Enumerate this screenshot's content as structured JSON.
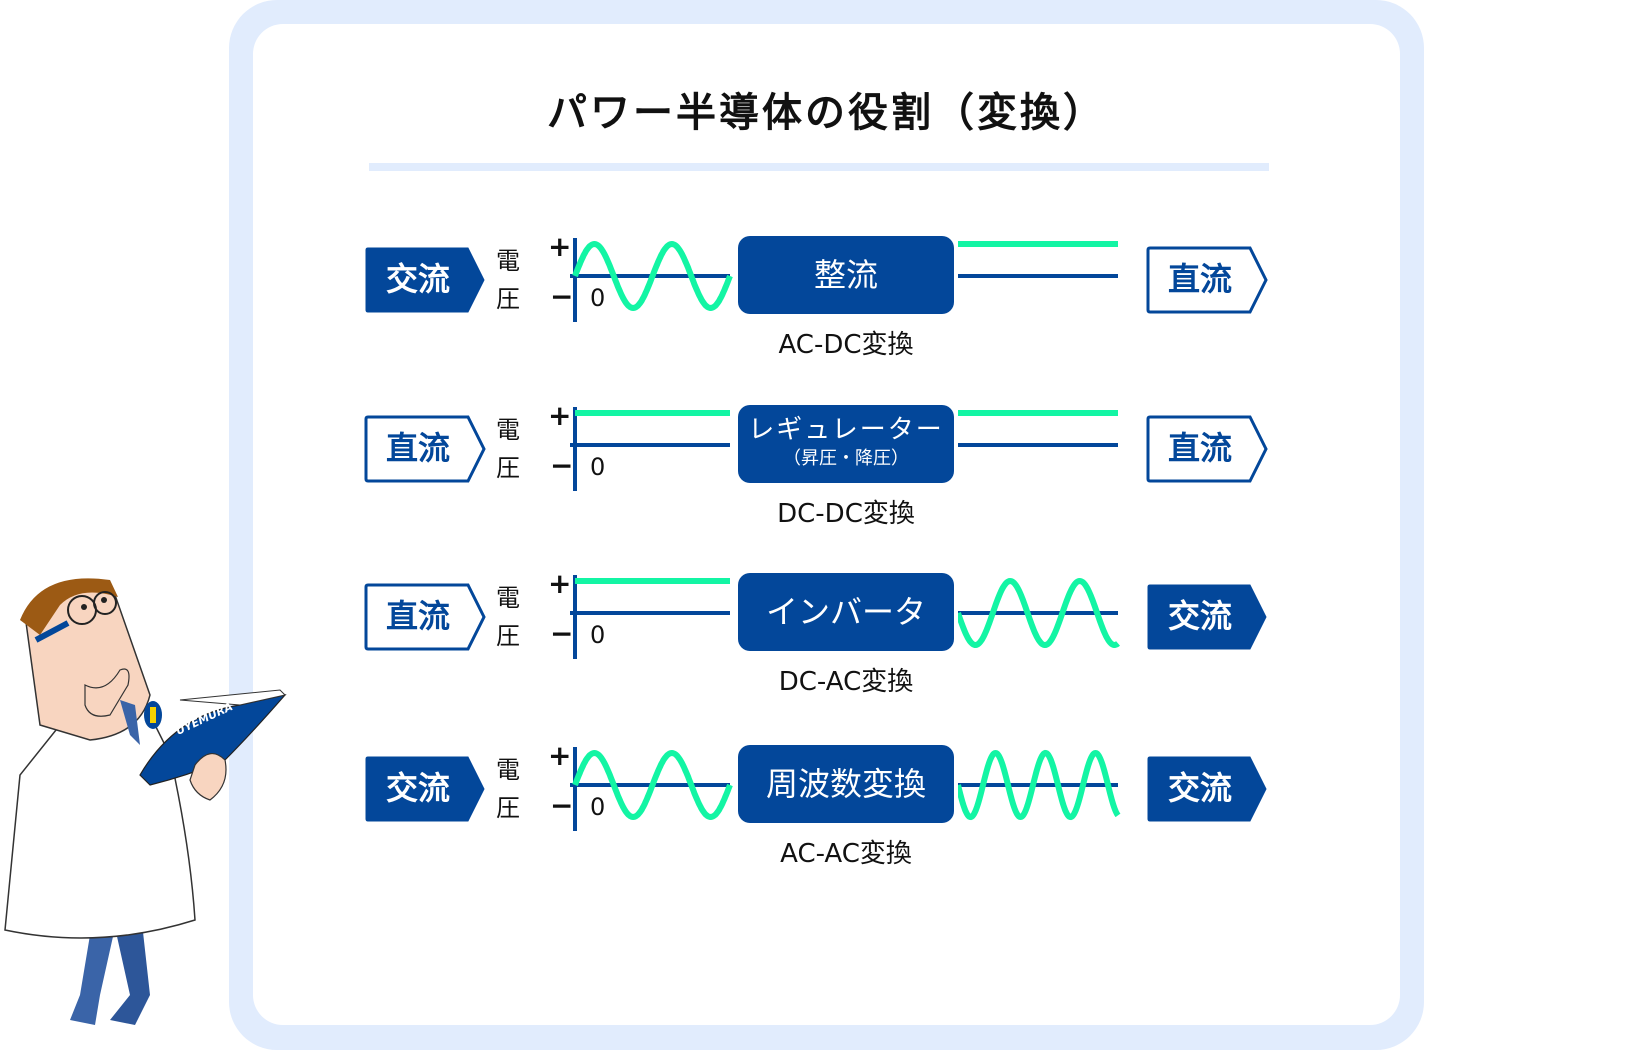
{
  "title": "パワー半導体の役割（変換）",
  "colors": {
    "primary": "#03479a",
    "wave": "#13f5a4",
    "frame": "#e1ecfd"
  },
  "axis_labels": {
    "voltage": "電圧",
    "voltage_top": "電",
    "voltage_bottom": "圧",
    "plus": "+",
    "minus": "−",
    "zero": "0"
  },
  "rows": [
    {
      "input": {
        "label": "交流",
        "style": "filled",
        "signal": "ac"
      },
      "converter": {
        "label": "整流",
        "sublabel": ""
      },
      "output": {
        "label": "直流",
        "style": "outline",
        "signal": "dc"
      },
      "caption": "AC-DC変換"
    },
    {
      "input": {
        "label": "直流",
        "style": "outline",
        "signal": "dc"
      },
      "converter": {
        "label": "レギュレーター",
        "sublabel": "（昇圧・降圧）"
      },
      "output": {
        "label": "直流",
        "style": "outline",
        "signal": "dc"
      },
      "caption": "DC-DC変換"
    },
    {
      "input": {
        "label": "直流",
        "style": "outline",
        "signal": "dc"
      },
      "converter": {
        "label": "インバータ",
        "sublabel": ""
      },
      "output": {
        "label": "交流",
        "style": "filled",
        "signal": "ac"
      },
      "caption": "DC-AC変換"
    },
    {
      "input": {
        "label": "交流",
        "style": "filled",
        "signal": "ac"
      },
      "converter": {
        "label": "周波数変換",
        "sublabel": ""
      },
      "output": {
        "label": "交流",
        "style": "filled",
        "signal": "ac-high-freq"
      },
      "caption": "AC-AC変換"
    }
  ],
  "character": {
    "description": "scientist-reading-book",
    "book_text": "UYEMURA"
  }
}
